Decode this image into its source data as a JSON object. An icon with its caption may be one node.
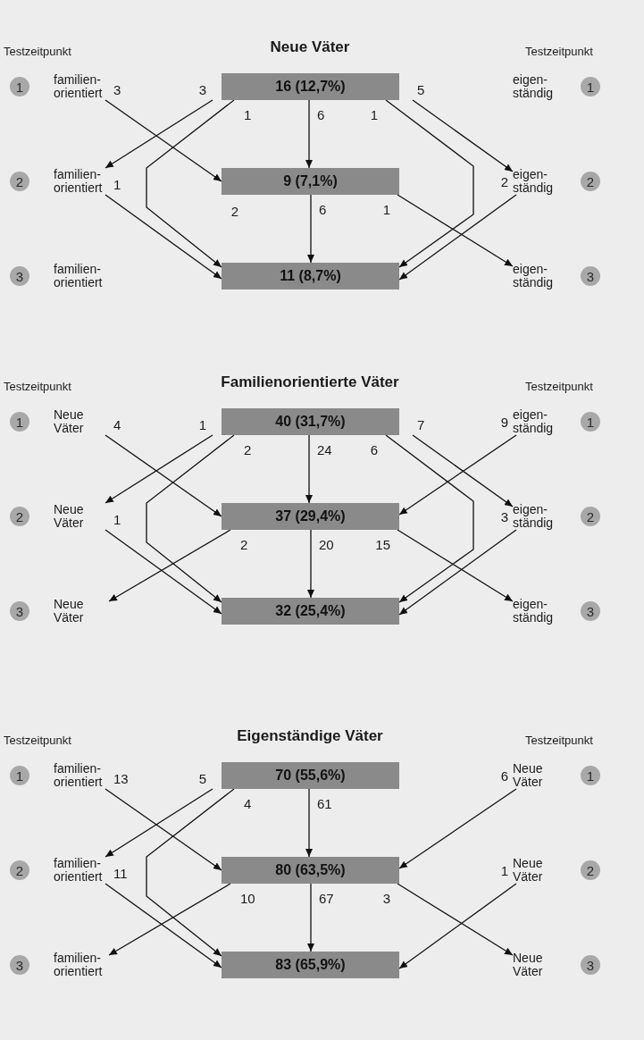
{
  "diagram": {
    "nodes": [
      {
        "text": [
          "1"
        ]
      },
      {
        "text": [
          "familien-orientiert"
        ]
      },
      {
        "text": [
          "16 (12,7%)"
        ]
      },
      {
        "text": [
          "eigen-ständig"
        ]
      },
      {
        "text": [
          "1"
        ]
      },
      {
        "text": [
          "2"
        ]
      },
      {
        "text": [
          "familien-orientiert"
        ]
      },
      {
        "text": [
          "9 (7,1%)"
        ]
      },
      {
        "text": [
          "eigen-ständig"
        ]
      },
      {
        "text": [
          "2"
        ]
      },
      {
        "text": [
          "3"
        ]
      },
      {
        "text": [
          "familien-orientiert"
        ]
      },
      {
        "text": [
          "11 (8,7%)"
        ]
      },
      {
        "text": [
          "eigen-ständig"
        ]
      },
      {
        "text": [
          "3"
        ]
      },
      {
        "text": [
          "1"
        ]
      },
      {
        "text": [
          "Neue Väter"
        ]
      },
      {
        "text": [
          "40 (31,7%)"
        ]
      },
      {
        "text": [
          "eigen-ständig"
        ]
      },
      {
        "text": [
          "1"
        ]
      },
      {
        "text": [
          "2"
        ]
      },
      {
        "text": [
          "Neue Väter"
        ]
      },
      {
        "text": [
          "37 (29,4%)"
        ]
      },
      {
        "text": [
          "eigen-ständig"
        ]
      },
      {
        "text": [
          "2"
        ]
      },
      {
        "text": [
          "3"
        ]
      },
      {
        "text": [
          "Neue Väter"
        ]
      },
      {
        "text": [
          "32 (25,4%)"
        ]
      },
      {
        "text": [
          "eigen-ständig"
        ]
      },
      {
        "text": [
          "3"
        ]
      },
      {
        "text": [
          "1"
        ]
      },
      {
        "text": [
          "familien-orientiert"
        ]
      },
      {
        "text": [
          "70 (55,6%)"
        ]
      },
      {
        "text": [
          "Neue Väter"
        ]
      },
      {
        "text": [
          "1"
        ]
      },
      {
        "text": [
          "2"
        ]
      },
      {
        "text": [
          "familien-orientiert"
        ]
      },
      {
        "text": [
          "80 (63,5%)"
        ]
      },
      {
        "text": [
          "Neue Väter"
        ]
      },
      {
        "text": [
          "2"
        ]
      },
      {
        "text": [
          "3"
        ]
      },
      {
        "text": [
          "familien-orientiert"
        ]
      },
      {
        "text": [
          "83 (65,9%)"
        ]
      },
      {
        "text": [
          "Neue Väter"
        ]
      },
      {
        "text": [
          "3"
        ]
      }
    ],
    "edges": [
      {
        "from": 1,
        "to": 7,
        "arrow": "to",
        "label": "3"
      },
      {
        "from": 2,
        "to": 6,
        "arrow": "to",
        "label": "3"
      },
      {
        "from": 2,
        "to": 12,
        "arrow": "to",
        "label": "1"
      },
      {
        "from": 2,
        "to": 7,
        "arrow": "to",
        "label": "6"
      },
      {
        "from": 2,
        "to": 12,
        "arrow": "to",
        "label": "1"
      },
      {
        "from": 2,
        "to": 8,
        "arrow": "to",
        "label": "5"
      },
      {
        "from": 6,
        "to": 12,
        "arrow": "to",
        "label": "1"
      },
      {
        "from": 7,
        "to": 12,
        "arrow": "to",
        "label": "6"
      },
      {
        "from": 7,
        "to": 13,
        "arrow": "to",
        "label": "1"
      },
      {
        "from": 8,
        "to": 12,
        "arrow": "to",
        "label": "2"
      },
      {
        "from": 16,
        "to": 22,
        "arrow": "to",
        "label": "4"
      },
      {
        "from": 17,
        "to": 21,
        "arrow": "to",
        "label": "1"
      },
      {
        "from": 17,
        "to": 27,
        "arrow": "to",
        "label": "2"
      },
      {
        "from": 17,
        "to": 22,
        "arrow": "to",
        "label": "24"
      },
      {
        "from": 17,
        "to": 27,
        "arrow": "to",
        "label": "6"
      },
      {
        "from": 17,
        "to": 23,
        "arrow": "to",
        "label": "7"
      },
      {
        "from": 18,
        "to": 22,
        "arrow": "to",
        "label": "9"
      },
      {
        "from": 21,
        "to": 27,
        "arrow": "to",
        "label": "1"
      },
      {
        "from": 22,
        "to": 26,
        "arrow": "to",
        "label": "2"
      },
      {
        "from": 22,
        "to": 27,
        "arrow": "to",
        "label": "20"
      },
      {
        "from": 22,
        "to": 28,
        "arrow": "to",
        "label": "15"
      },
      {
        "from": 23,
        "to": 27,
        "arrow": "to",
        "label": "3"
      },
      {
        "from": 31,
        "to": 37,
        "arrow": "to",
        "label": "13"
      },
      {
        "from": 32,
        "to": 36,
        "arrow": "to",
        "label": "5"
      },
      {
        "from": 32,
        "to": 42,
        "arrow": "to",
        "label": "4"
      },
      {
        "from": 32,
        "to": 37,
        "arrow": "to",
        "label": "61"
      },
      {
        "from": 33,
        "to": 37,
        "arrow": "to",
        "label": "6"
      },
      {
        "from": 36,
        "to": 42,
        "arrow": "to",
        "label": "11"
      },
      {
        "from": 37,
        "to": 41,
        "arrow": "to",
        "label": "10"
      },
      {
        "from": 37,
        "to": 42,
        "arrow": "to",
        "label": "67"
      },
      {
        "from": 37,
        "to": 43,
        "arrow": "to",
        "label": "3"
      },
      {
        "from": 38,
        "to": 42,
        "arrow": "to",
        "label": "1"
      }
    ],
    "labels": [
      "Testzeitpunkt",
      "Neue Väter",
      "Testzeitpunkt",
      "2",
      "Testzeitpunkt",
      "Familienorientierte Väter",
      "Testzeitpunkt",
      "Testzeitpunkt",
      "Eigenständige Väter",
      "Testzeitpunkt"
    ]
  }
}
